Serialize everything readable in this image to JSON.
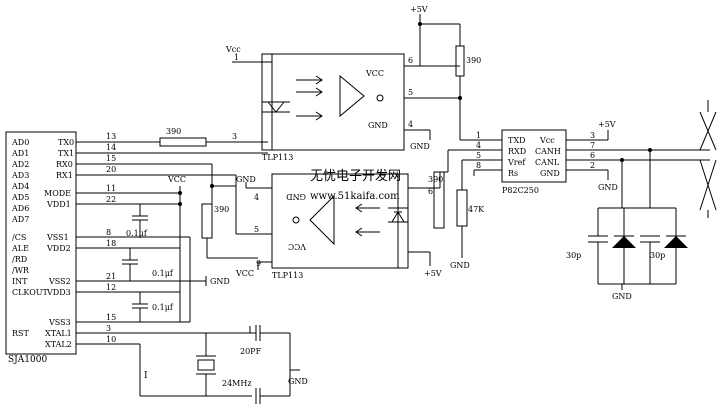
{
  "power": {
    "p5v": "+5V",
    "vcc_upper": "VCC",
    "vcc_small": "Vcc",
    "gnd": "GND"
  },
  "sja1000": {
    "name": "SJA1000",
    "left_pins": [
      "AD0",
      "AD1",
      "AD2",
      "AD3",
      "AD4",
      "AD5",
      "AD6",
      "AD7",
      "/CS",
      "ALE",
      "/RD",
      "/WR",
      "INT",
      "CLKOUT",
      "RST"
    ],
    "right_pins": [
      "TX0",
      "TX1",
      "RX0",
      "RX1",
      "MODE",
      "VDD1",
      "VSS1",
      "VDD2",
      "VSS2",
      "VDD3",
      "VSS3",
      "XTAL1",
      "XTAL2"
    ],
    "pin_numbers": [
      "13",
      "14",
      "15",
      "20",
      "11",
      "22",
      "8",
      "18",
      "21",
      "12",
      "15",
      "3",
      "10"
    ]
  },
  "tlp113_top": {
    "name": "TLP113",
    "pins": [
      "1",
      "6",
      "5",
      "4"
    ],
    "labels": [
      "VCC",
      "GND"
    ]
  },
  "tlp113_bottom": {
    "name": "TLP113",
    "pins": [
      "4",
      "5",
      "9",
      "6"
    ],
    "labels": [
      "GND",
      "VCC"
    ]
  },
  "pca": {
    "name": "P82C250",
    "left_labels": [
      "TXD",
      "RXD",
      "Vref",
      "Rs"
    ],
    "right_labels": [
      "Vcc",
      "CANH",
      "CANL",
      "GND"
    ],
    "left_pins": [
      "1",
      "4",
      "5",
      "8"
    ],
    "right_pins": [
      "3",
      "7",
      "6",
      "2"
    ]
  },
  "components": {
    "r390": "390",
    "r47k": "47K",
    "cap01": "0.1μf",
    "cap30p": "30p",
    "cap20pf": "20PF",
    "crystal": "24MHz",
    "reset": "I"
  },
  "watermark": {
    "cn": "无忧电子开发网",
    "url": "www.51kaifa.com"
  }
}
